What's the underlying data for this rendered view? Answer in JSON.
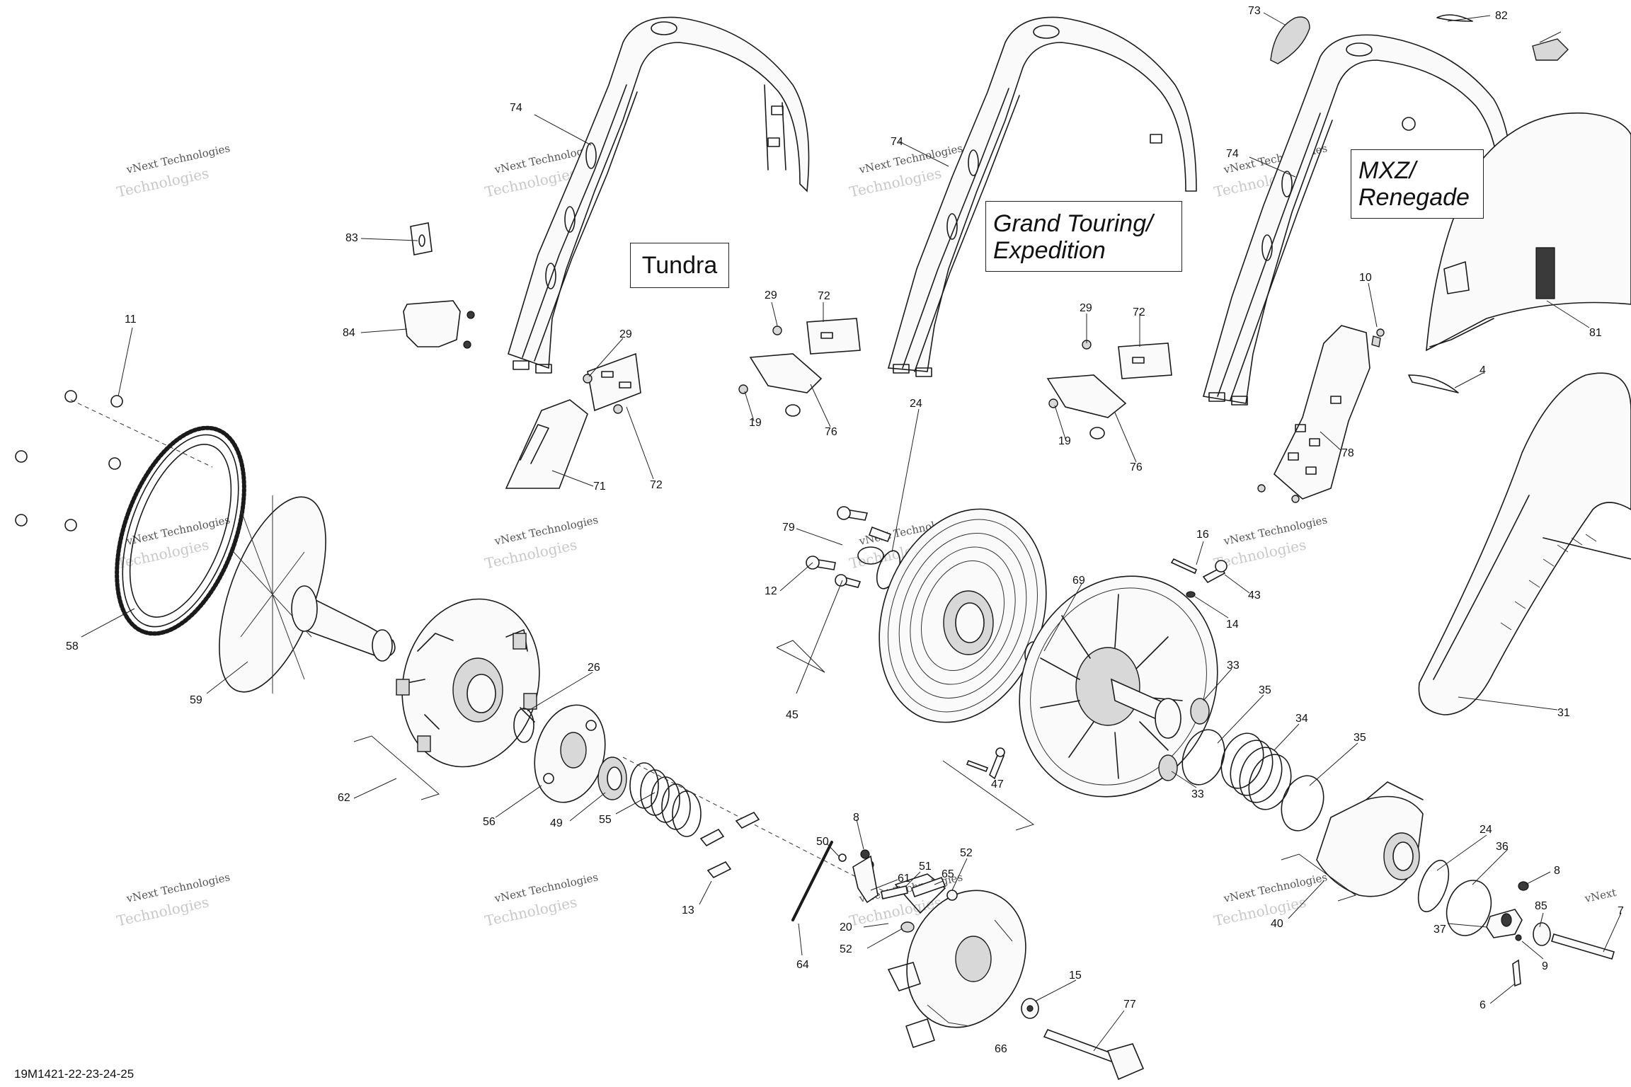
{
  "labels": {
    "tundra": "Tundra",
    "grand_touring_line1": "Grand Touring/",
    "grand_touring_line2": "Expedition",
    "mxz_line1": "MXZ/",
    "mxz_line2": "Renegade"
  },
  "drawing_code": "19M1421-22-23-24-25",
  "watermark": {
    "line1": "vNext Technologies",
    "line2": "Technologies",
    "faint": "vNext"
  },
  "callouts": [
    "74",
    "74",
    "74",
    "73",
    "82",
    "83",
    "84",
    "29",
    "72",
    "71",
    "72",
    "29",
    "72",
    "19",
    "76",
    "29",
    "72",
    "19",
    "76",
    "10",
    "81",
    "4",
    "78",
    "11",
    "58",
    "59",
    "62",
    "56",
    "26",
    "49",
    "55",
    "13",
    "64",
    "50",
    "8",
    "61",
    "51",
    "65",
    "52",
    "20",
    "52",
    "66",
    "15",
    "77",
    "79",
    "24",
    "12",
    "45",
    "69",
    "16",
    "43",
    "14",
    "47",
    "33",
    "35",
    "34",
    "35",
    "33",
    "31",
    "40",
    "24",
    "36",
    "8",
    "85",
    "7",
    "37",
    "6",
    "9"
  ]
}
